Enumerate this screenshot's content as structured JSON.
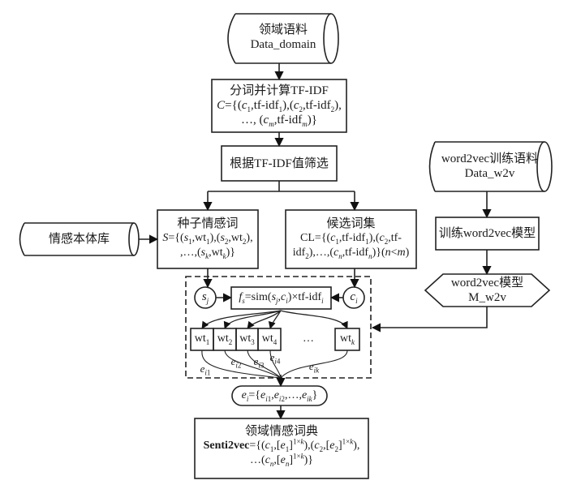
{
  "diagram": {
    "nodes": {
      "data_domain": {
        "line1": "领域语料",
        "line2": "Data_domain",
        "shape": "cylinder"
      },
      "tfidf": {
        "title": "分词并计算TF-IDF",
        "formula_prefix": "C=",
        "formula_line2_prefix": "…,",
        "shape": "rectangle"
      },
      "filter": {
        "label": "根据TF-IDF值筛选",
        "shape": "rectangle"
      },
      "ontology": {
        "label": "情感本体库",
        "shape": "cylinder"
      },
      "seed": {
        "title": "种子情感词",
        "formula_prefix": "S=",
        "shape": "rectangle"
      },
      "candidate": {
        "title": "候选词集",
        "formula_prefix": "CL=",
        "condition": "(n<m)",
        "shape": "rectangle"
      },
      "w2v_corpus": {
        "line1": "word2vec训练语料",
        "line2": "Data_w2v",
        "shape": "cylinder"
      },
      "w2v_train": {
        "label": "训练word2vec模型",
        "shape": "rectangle"
      },
      "w2v_model": {
        "line1": "word2vec模型",
        "line2": "M_w2v",
        "shape": "hexagon"
      },
      "sj": {
        "label": "s",
        "sub": "j",
        "shape": "circle"
      },
      "ci": {
        "label": "c",
        "sub": "i",
        "shape": "circle"
      },
      "fs": {
        "label": "fs=sim(sj,ci)×tf-idfi",
        "shape": "rectangle"
      },
      "weights": {
        "cells": [
          "wt1",
          "wt2",
          "wt3",
          "wt4"
        ],
        "ellipsis": "…",
        "last": "wtk"
      },
      "edges_labels": [
        "ei1",
        "ei2",
        "ei3",
        "ei4",
        "eik"
      ],
      "ei": {
        "label": "ei={ei1,ei2,…,eik}",
        "shape": "rounded-rectangle"
      },
      "lexicon": {
        "title": "领域情感词典",
        "formula_bold": "Senti2vec",
        "formula_rest": "={(c1,[e1]1×k),(c2,[e2]1×k),…(cn,[en]1×k)}",
        "shape": "rectangle"
      }
    },
    "text": {
      "tfidf_item": "tf-idf",
      "wt": "wt",
      "e": "e",
      "sim": "sim",
      "times_tfidf": "×tf-idf",
      "one_by_k": "1×k"
    }
  }
}
